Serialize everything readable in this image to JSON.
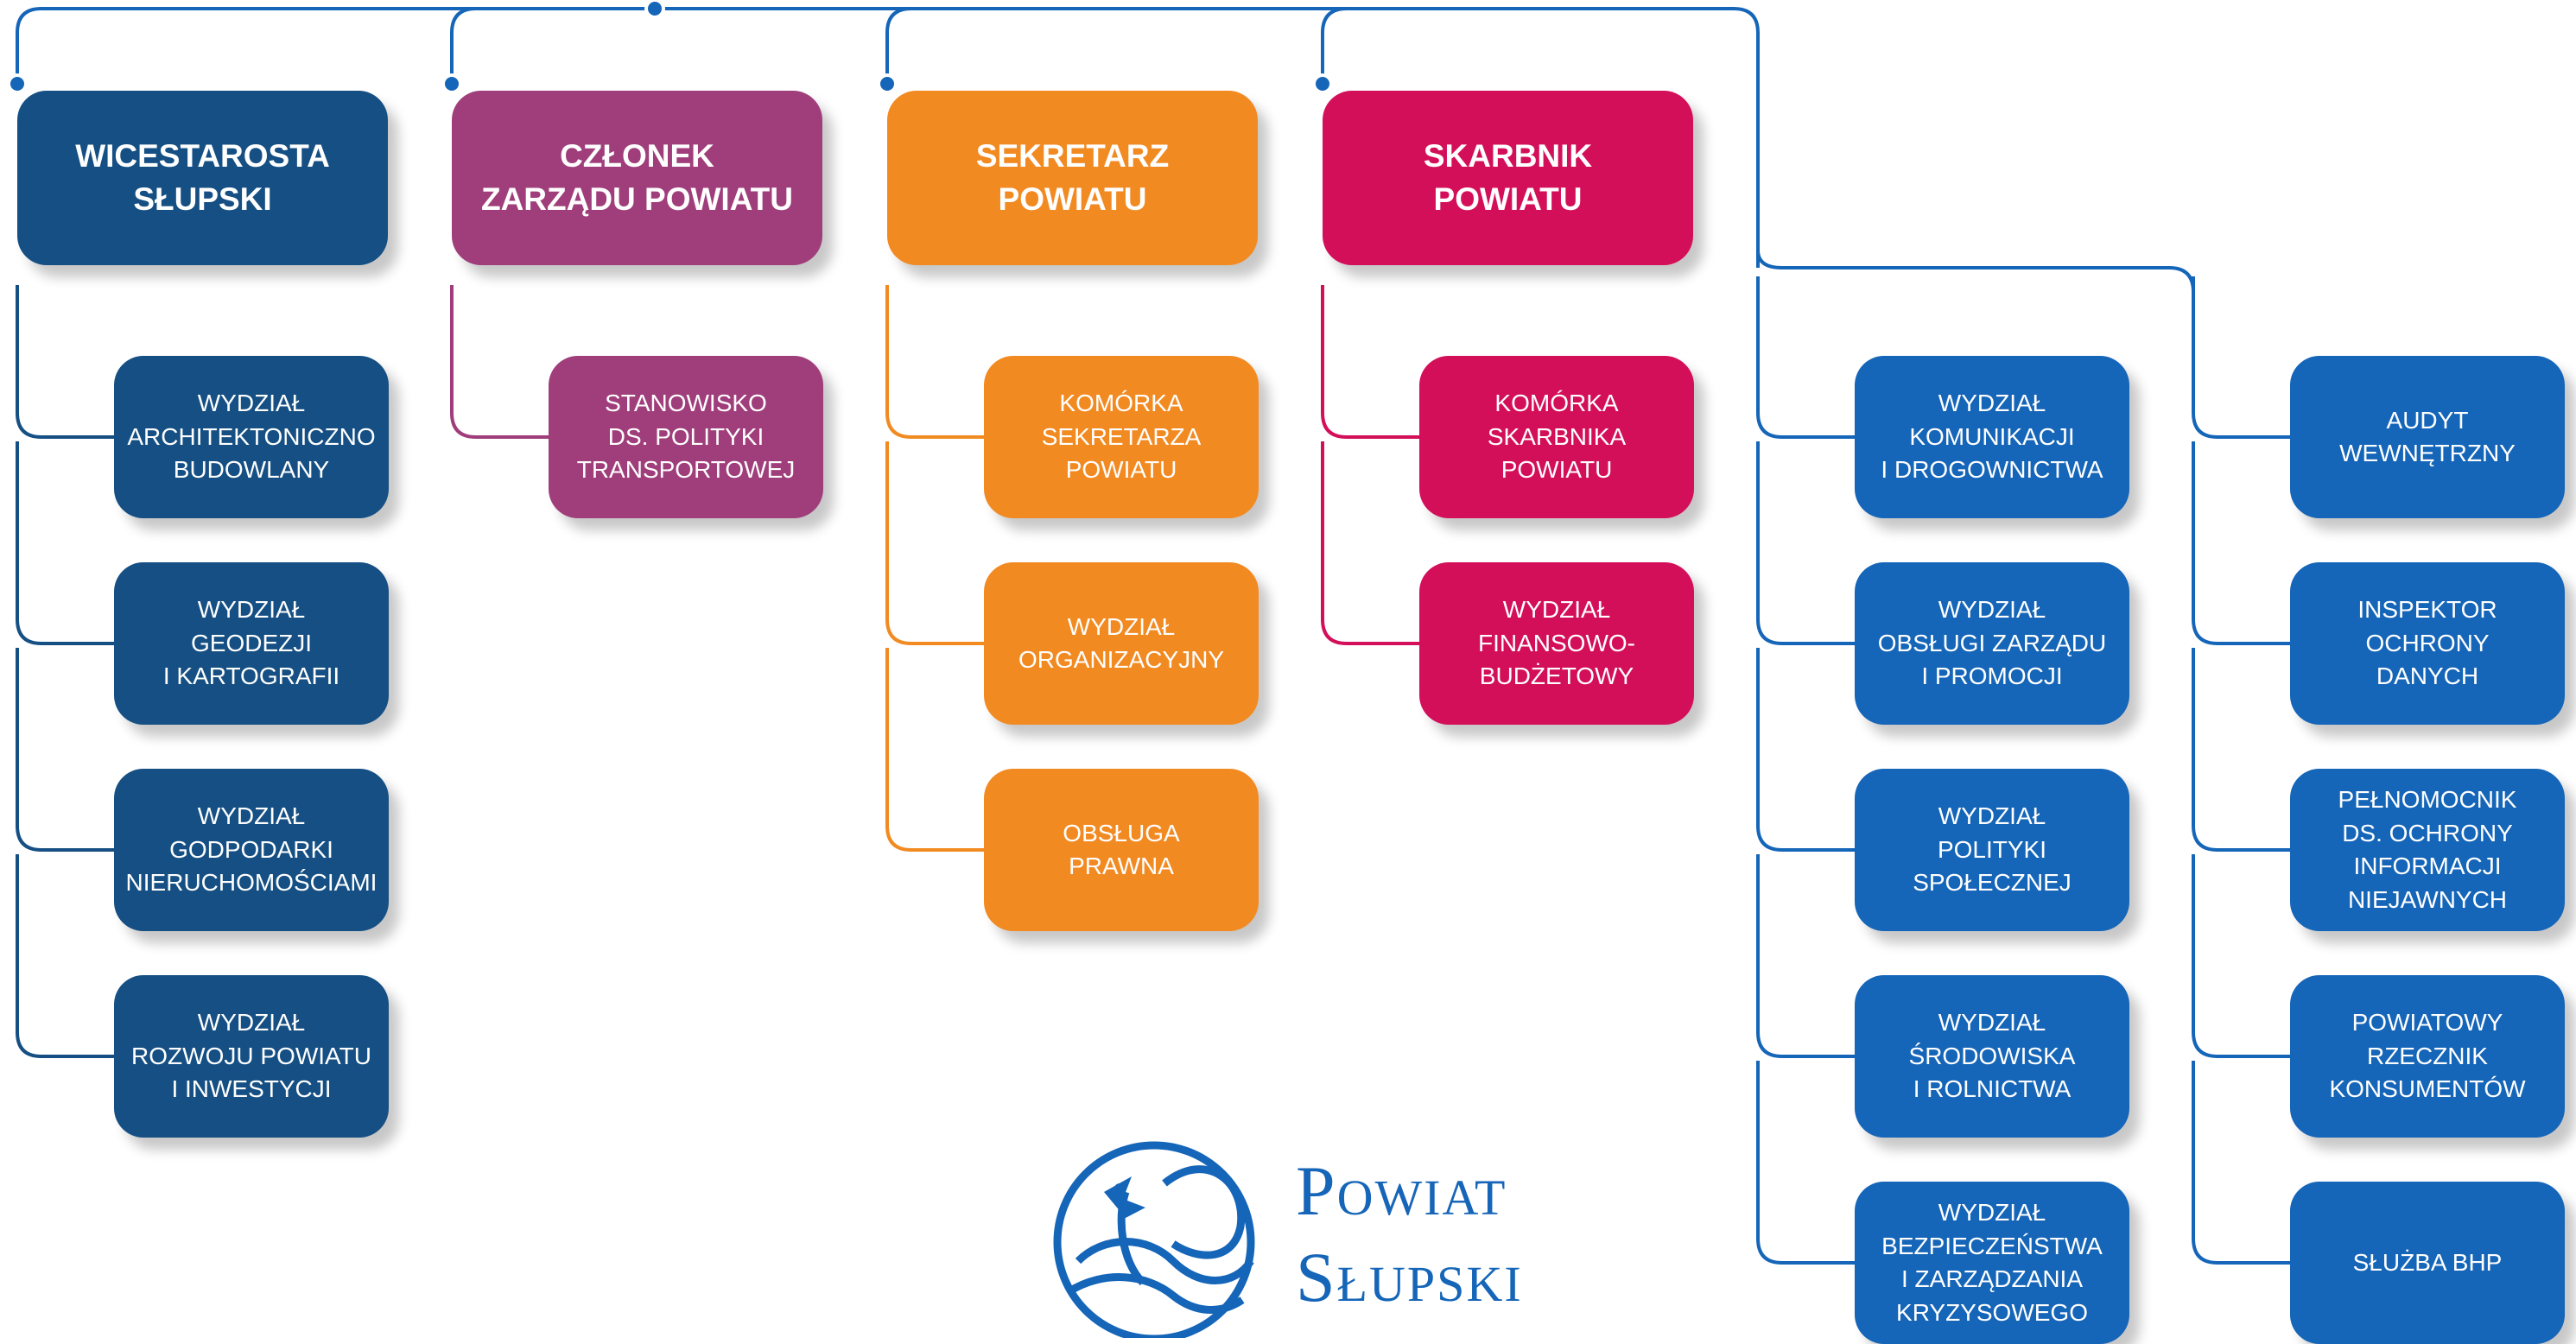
{
  "colors": {
    "navy": "#154f83",
    "purple": "#9f3e7b",
    "orange": "#f28a22",
    "magenta": "#d40f5a",
    "blue": "#1565b8"
  },
  "heads": [
    {
      "id": "wicestarosta",
      "label": "WICESTAROSTA\nSŁUPSKI",
      "color": "navy"
    },
    {
      "id": "czlonek-zarzadu",
      "label": "CZŁONEK\nZARZĄDU POWIATU",
      "color": "purple"
    },
    {
      "id": "sekretarz",
      "label": "SEKRETARZ\nPOWIATU",
      "color": "orange"
    },
    {
      "id": "skarbnik",
      "label": "SKARBNIK\nPOWIATU",
      "color": "magenta"
    }
  ],
  "units": {
    "wicestarosta": [
      "WYDZIAŁ\nARCHITEKTONICZNO\nBUDOWLANY",
      "WYDZIAŁ\nGEODEZJI\nI KARTOGRAFII",
      "WYDZIAŁ\nGODPODARKI\nNIERUCHOMOŚCIAMI",
      "WYDZIAŁ\nROZWOJU POWIATU\nI INWESTYCJI"
    ],
    "czlonek-zarzadu": [
      "STANOWISKO\nDS. POLITYKI\nTRANSPORTOWEJ"
    ],
    "sekretarz": [
      "KOMÓRKA\nSEKRETARZA\nPOWIATU",
      "WYDZIAŁ\nORGANIZACYJNY",
      "OBSŁUGA\nPRAWNA"
    ],
    "skarbnik": [
      "KOMÓRKA\nSKARBNIKA\nPOWIATU",
      "WYDZIAŁ\nFINANSOWO-\nBUDŻETOWY"
    ],
    "direct-1": [
      "WYDZIAŁ\nKOMUNIKACJI\nI DROGOWNICTWA",
      "WYDZIAŁ\nOBSŁUGI ZARZĄDU\nI PROMOCJI",
      "WYDZIAŁ\nPOLITYKI\nSPOŁECZNEJ",
      "WYDZIAŁ\nŚRODOWISKA\nI ROLNICTWA",
      "WYDZIAŁ\nBEZPIECZEŃSTWA\nI ZARZĄDZANIA\nKRYZYSOWEGO"
    ],
    "direct-2": [
      "AUDYT\nWEWNĘTRZNY",
      "INSPEKTOR\nOCHRONY\nDANYCH",
      "PEŁNOMOCNIK\nDS. OCHRONY\nINFORMACJI\nNIEJAWNYCH",
      "POWIATOWY\nRZECZNIK\nKONSUMENTÓW",
      "SŁUŻBA BHP"
    ]
  },
  "logo": {
    "line1": "Powiat",
    "line2": "Słupski",
    "icon": "griffin-emblem-icon"
  }
}
